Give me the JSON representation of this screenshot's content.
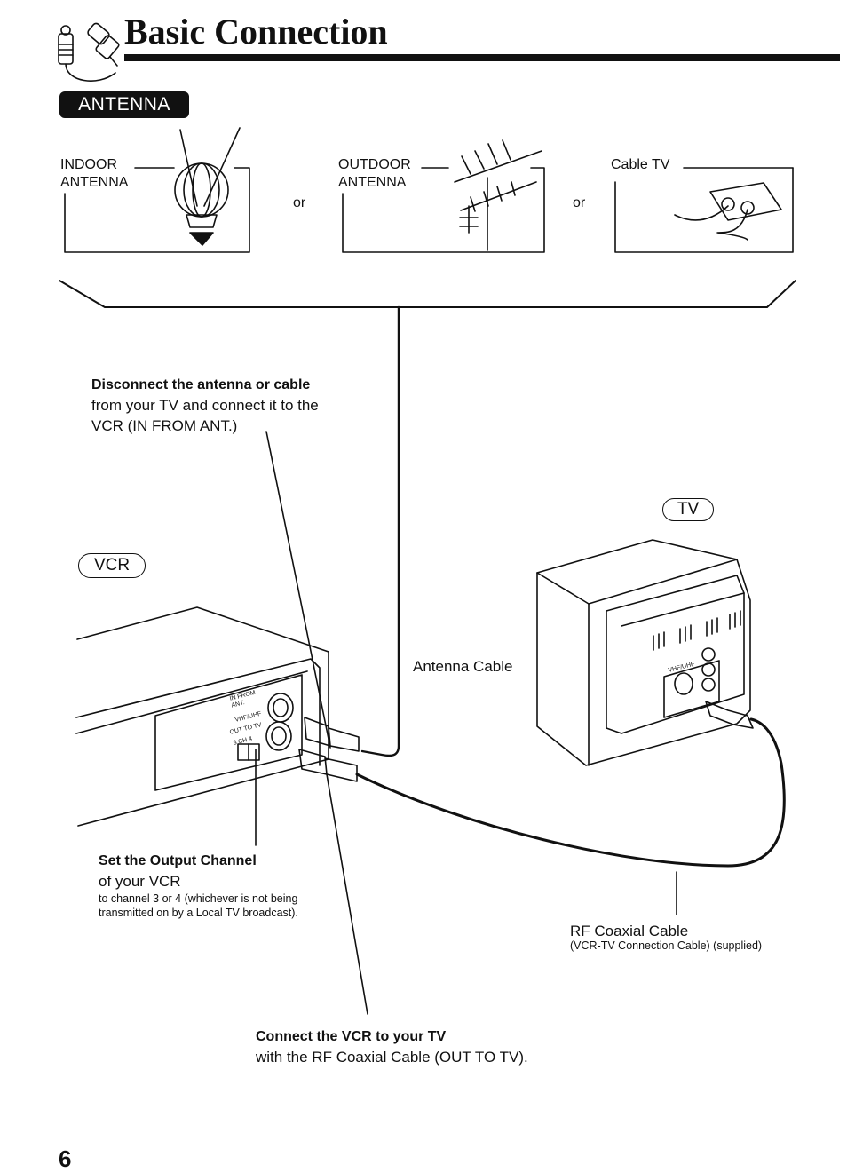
{
  "header": {
    "title": "Basic Connection",
    "section_badge": "ANTENNA"
  },
  "sources": {
    "indoor": [
      "INDOOR",
      "ANTENNA"
    ],
    "outdoor": [
      "OUTDOOR",
      "ANTENNA"
    ],
    "cable": "Cable TV",
    "or_label": "or"
  },
  "steps": {
    "disconnect": {
      "heading": "Disconnect the antenna or cable",
      "lines": [
        "from your TV and connect it to the",
        "VCR (IN FROM ANT.)"
      ]
    },
    "output_channel": {
      "heading": "Set the Output Channel",
      "line": "of your VCR",
      "note": [
        "to channel 3 or 4 (whichever is not being",
        "transmitted on by a Local TV broadcast)."
      ]
    },
    "connect_tv": {
      "heading": "Connect the VCR to your TV",
      "line": "with the RF Coaxial Cable (OUT TO TV)."
    }
  },
  "devices": {
    "vcr_tag": "VCR",
    "tv_tag": "TV"
  },
  "cables": {
    "antenna_cable": "Antenna Cable",
    "rf_coaxial": "RF Coaxial Cable",
    "rf_coaxial_note": "(VCR-TV Connection Cable) (supplied)"
  },
  "vcr_panel": {
    "in_from_ant": [
      "IN FROM",
      "ANT."
    ],
    "vhf_uhf": "VHF/UHF",
    "out_to_tv": "OUT TO TV",
    "ch": "3 CH 4"
  },
  "tv_panel": {
    "vhf_uhf": "VHF/UHF"
  },
  "footer": {
    "page_number": "6"
  }
}
